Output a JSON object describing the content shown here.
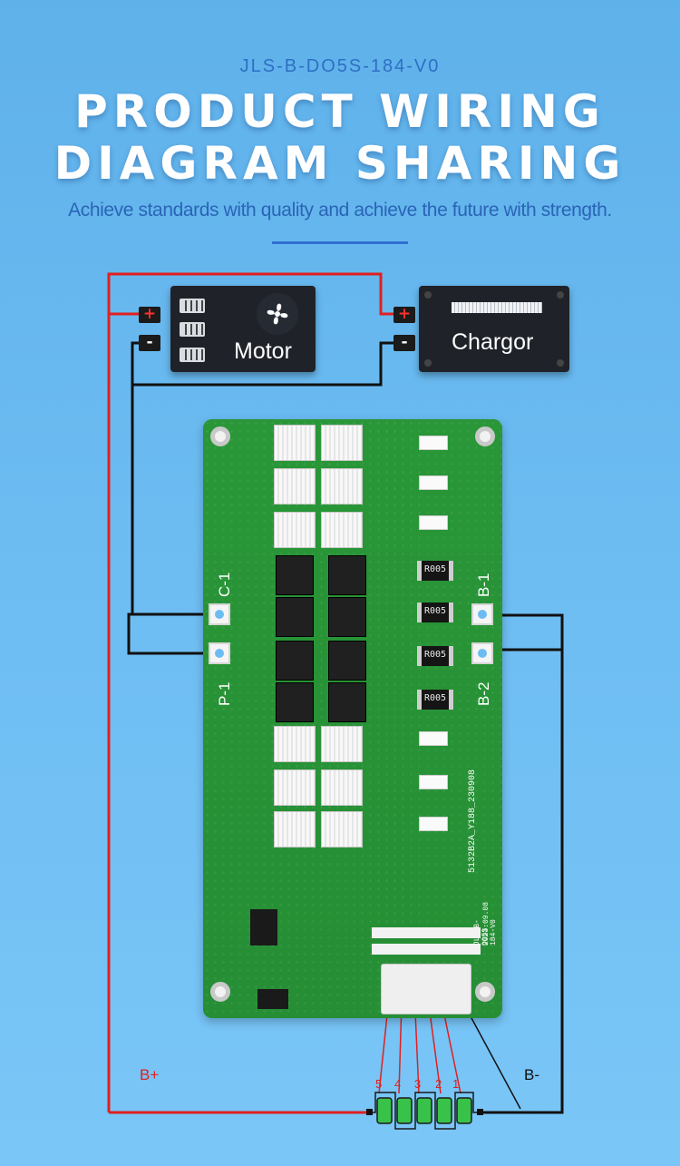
{
  "header": {
    "model": "JLS-B-DO5S-184-V0",
    "title_line1": "PRODUCT WIRING",
    "title_line2": "DIAGRAM SHARING",
    "subtitle": "Achieve standards with quality and achieve the future with strength."
  },
  "devices": {
    "motor": {
      "name": "Motor",
      "pos": "+",
      "neg": "-"
    },
    "charger": {
      "name": "Chargor",
      "pos": "+",
      "neg": "-"
    }
  },
  "board": {
    "labels": {
      "c1": "C-1",
      "p1": "P-1",
      "b1": "B-1",
      "b2": "B-2"
    },
    "resistors": [
      "R005",
      "R005",
      "R005",
      "R005"
    ],
    "part_code": "5132B2A_Y188_230908",
    "model_text": "JLS-B-DO5S-184-V0",
    "date_text": "2023.09.08"
  },
  "wiring": {
    "bplus": "B+",
    "bminus": "B-",
    "cells": [
      "5",
      "4",
      "3",
      "2",
      "1"
    ]
  },
  "colors": {
    "positive_wire": "#e02020",
    "negative_wire": "#111111",
    "pcb": "#2e9a3a",
    "cell": "#39c24a"
  }
}
